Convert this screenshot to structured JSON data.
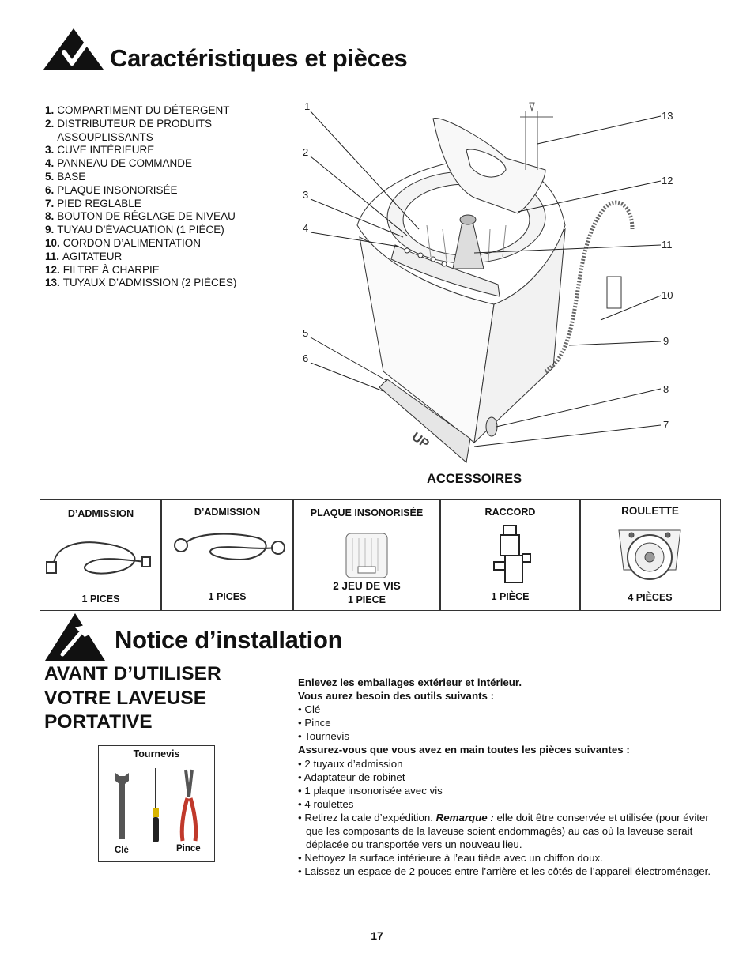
{
  "section1": {
    "title": "Caractéristiques et pièces",
    "icon": "checkmark-triangle-icon"
  },
  "parts": [
    {
      "num": "1.",
      "label": "COMPARTIMENT DU DÉTERGENT"
    },
    {
      "num": "2.",
      "label": "DISTRIBUTEUR DE PRODUITS ASSOUPLISSANTS"
    },
    {
      "num": "3.",
      "label": "CUVE INTÉRIEURE"
    },
    {
      "num": "4.",
      "label": "PANNEAU DE COMMANDE"
    },
    {
      "num": "5.",
      "label": "BASE"
    },
    {
      "num": "6.",
      "label": "PLAQUE INSONORISÉE"
    },
    {
      "num": "7.",
      "label": "PIED RÉGLABLE"
    },
    {
      "num": "8.",
      "label": "BOUTON DE RÉGLAGE DE NIVEAU"
    },
    {
      "num": "9.",
      "label": "TUYAU D’ÉVACUATION (1 PIÈCE)"
    },
    {
      "num": "10.",
      "label": "CORDON D’ALIMENTATION"
    },
    {
      "num": "11.",
      "label": "AGITATEUR"
    },
    {
      "num": "12.",
      "label": "FILTRE À CHARPIE"
    },
    {
      "num": "13.",
      "label": "TUYAUX D’ADMISSION (2 PIÈCES)"
    }
  ],
  "callouts": [
    "1",
    "2",
    "3",
    "4",
    "5",
    "6",
    "7",
    "8",
    "9",
    "10",
    "11",
    "12",
    "13"
  ],
  "embossed": "UP",
  "accessories": {
    "title": "ACCESSOIRES",
    "items": [
      {
        "name": "D’ADMISSION",
        "qty": "1 PICES"
      },
      {
        "name": "D’ADMISSION",
        "qty": "1 PICES"
      },
      {
        "name": "PLAQUE INSONORISÉE",
        "extra": "2 JEU DE VIS",
        "qty": "1 PIECE"
      },
      {
        "name": "RACCORD",
        "qty": "1 PIÈCE"
      },
      {
        "name": "ROULETTE",
        "qty": "4 PIÈCES"
      }
    ]
  },
  "section2": {
    "title": "Notice d’installation",
    "icon": "hammer-triangle-icon"
  },
  "subheading": {
    "line1": "AVANT D’UTILISER",
    "line2": "VOTRE LAVEUSE",
    "line3": "PORTATIVE"
  },
  "tools": {
    "top_label": "Tournevis",
    "wrench_label": "Clé",
    "pliers_label": "Pince"
  },
  "instructions": {
    "line1": "Enlevez les emballages extérieur et intérieur.",
    "line2": "Vous aurez besoin des outils suivants :",
    "tools_list": [
      "• Clé",
      "• Pince",
      "• Tournevis"
    ],
    "line3": "Assurez-vous que vous avez en main toutes les pièces suivantes :",
    "parts_list": [
      "• 2 tuyaux d’admission",
      "• Adaptateur de robinet",
      "• 1 plaque insonorisée avec vis",
      "• 4 roulettes"
    ],
    "ship_pre": "• Retirez la cale d’expédition. ",
    "ship_remark": "Remarque :",
    "ship_post": " elle doit être conservée et utilisée (pour éviter que les composants de la laveuse soient endommagés) au cas où la laveuse serait déplacée ou transportée vers un nouveau lieu.",
    "clean": "• Nettoyez la surface intérieure à l’eau tiède avec un chiffon doux.",
    "space": "• Laissez un espace de 2 pouces entre l’arrière et les côtés de l’appareil électroménager."
  },
  "page_number": "17"
}
